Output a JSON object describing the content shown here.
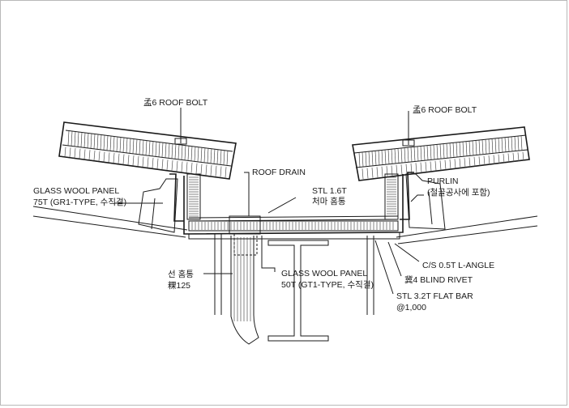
{
  "labels": {
    "roof_bolt_left": "孟6 ROOF BOLT",
    "roof_bolt_right": "孟6 ROOF BOLT",
    "roof_drain": "ROOF DRAIN",
    "stl_gutter_line1": "STL 1.6T",
    "stl_gutter_line2": "처마 홈통",
    "purlin_line1": "PURLIN",
    "purlin_line2": "(철골공사에 포함)",
    "glass_wool_75_line1": "GLASS WOOL PANEL",
    "glass_wool_75_line2": "75T (GR1-TYPE, 수직결)",
    "glass_wool_50_line1": "GLASS WOOL PANEL",
    "glass_wool_50_line2": "50T (GT1-TYPE, 수직결)",
    "downpipe_line1": "선 홈통",
    "downpipe_line2": "粿125",
    "l_angle": "C/S 0.5T L-ANGLE",
    "blind_rivet": "冀4 BLIND RIVET",
    "flat_bar_line1": "STL 3.2T FLAT BAR",
    "flat_bar_line2": "@1,000"
  },
  "colors": {
    "line": "#1a1a1a",
    "frame_border": "#b8b8b8",
    "background": "#ffffff"
  }
}
